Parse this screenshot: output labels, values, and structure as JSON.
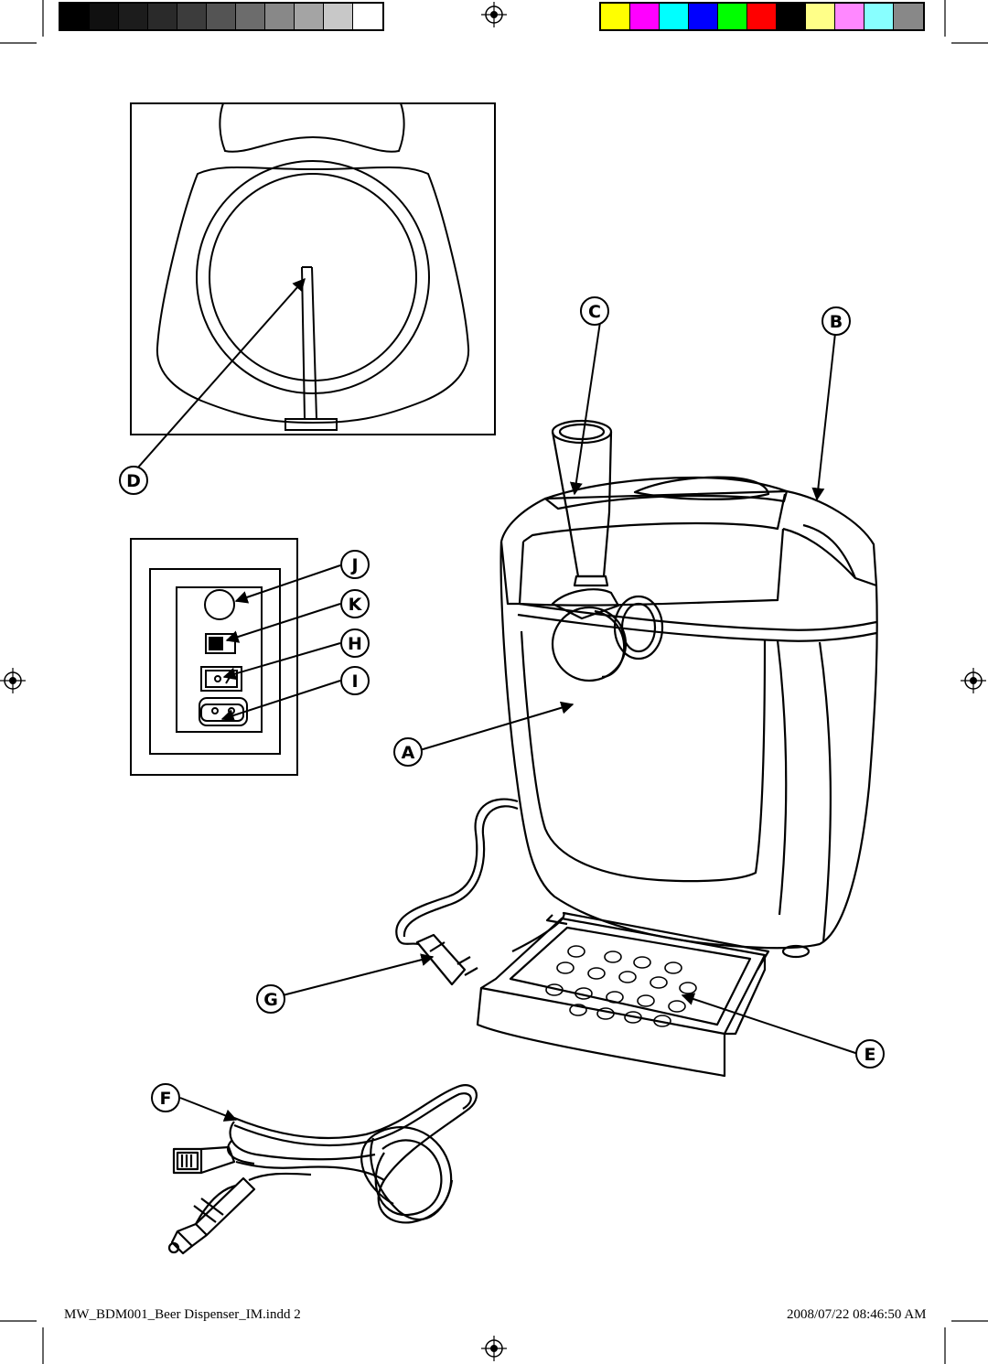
{
  "registration": {
    "grayscale": [
      "#000000",
      "#101010",
      "#1c1c1c",
      "#2a2a2a",
      "#3c3c3c",
      "#545454",
      "#6c6c6c",
      "#888888",
      "#a4a4a4",
      "#c8c8c8",
      "#ffffff"
    ],
    "colors": [
      "#ffff00",
      "#ff00ff",
      "#00ffff",
      "#0000ff",
      "#00ff00",
      "#ff0000",
      "#000000",
      "#ffff88",
      "#ff88ff",
      "#88ffff",
      "#888888"
    ]
  },
  "callouts": {
    "a": "A",
    "b": "B",
    "c": "C",
    "d": "D",
    "e": "E",
    "f": "F",
    "g": "G",
    "h": "H",
    "i": "I",
    "j": "J",
    "k": "K"
  },
  "footer": {
    "filename": "MW_BDM001_Beer Dispenser_IM.indd   2",
    "timestamp": "2008/07/22   08:46:50 AM"
  }
}
